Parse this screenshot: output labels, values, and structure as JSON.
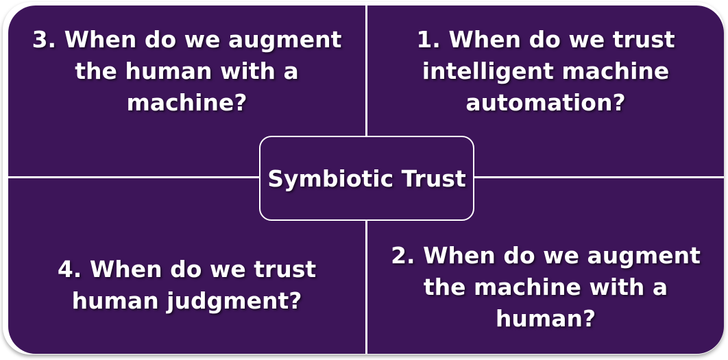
{
  "diagram": {
    "center_label": "Symbiotic Trust",
    "quadrants": {
      "top_left": {
        "line1": "3. When do we augment",
        "line2": "the human with a",
        "line3": "machine?"
      },
      "top_right": {
        "line1": "1. When do we trust",
        "line2": "intelligent machine",
        "line3": "automation?"
      },
      "bottom_left": {
        "line1": "4. When do we trust",
        "line2": "human judgment?"
      },
      "bottom_right": {
        "line1": "2. When do we augment",
        "line2": "the machine with a",
        "line3": "human?"
      }
    },
    "colors": {
      "fill": "#3d1559",
      "text": "#ffffff",
      "divider": "#ffffff"
    }
  }
}
